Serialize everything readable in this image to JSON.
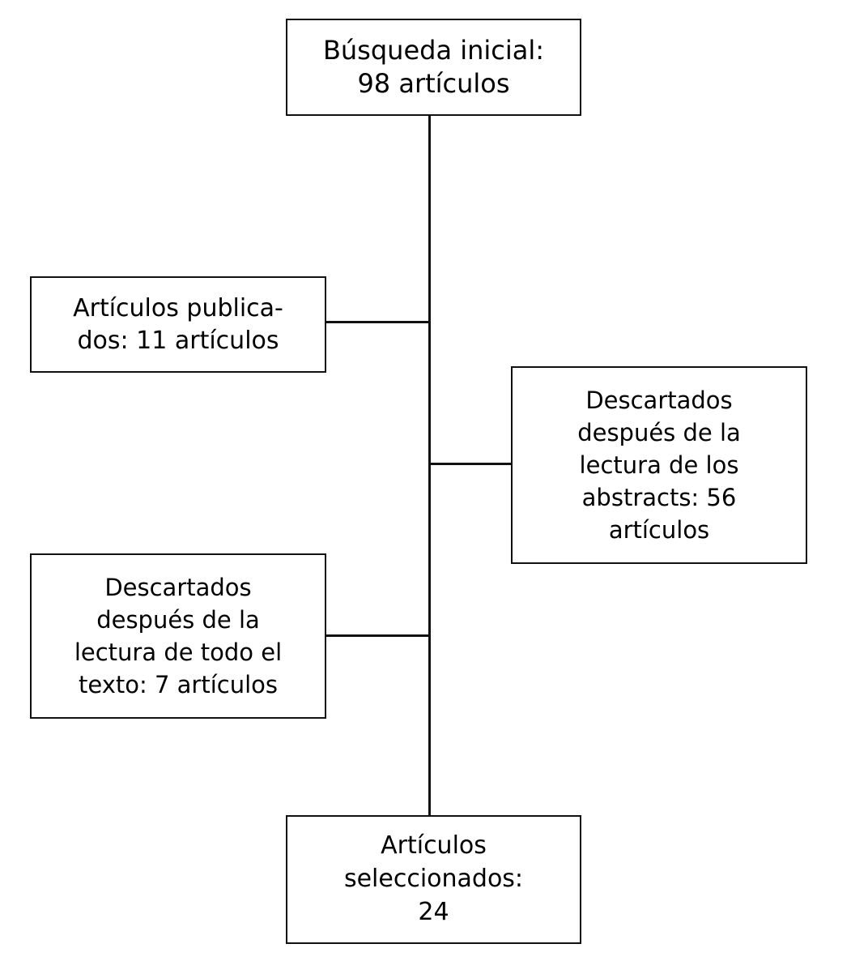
{
  "diagram": {
    "type": "flowchart",
    "language": "es",
    "orientation": "vertical-spine-with-side-branches",
    "background_color": "#ffffff",
    "line_color": "#111111",
    "text_color": "#000000",
    "nodes": [
      {
        "id": "initial-search",
        "role": "start",
        "lines": [
          "Búsqueda inicial:",
          "98 artículos"
        ],
        "label": "Búsqueda inicial: 98 artículos",
        "count": 98,
        "count_unit": "artículos"
      },
      {
        "id": "published",
        "role": "branch-left",
        "lines": [
          "Artículos publica-",
          "dos: 11 artículos"
        ],
        "label": "Artículos publicados: 11 artículos",
        "count": 11,
        "count_unit": "artículos"
      },
      {
        "id": "discarded-abstracts",
        "role": "branch-right",
        "lines": [
          "Descartados",
          "después de la",
          "lectura de los",
          "abstracts: 56",
          "artículos"
        ],
        "label": "Descartados después de la lectura de los abstracts: 56 artículos",
        "count": 56,
        "count_unit": "artículos"
      },
      {
        "id": "discarded-fulltext",
        "role": "branch-left",
        "lines": [
          "Descartados",
          "después de la",
          "lectura de todo el",
          "texto: 7 artículos"
        ],
        "label": "Descartados después de la lectura de todo el texto: 7 artículos",
        "count": 7,
        "count_unit": "artículos"
      },
      {
        "id": "selected",
        "role": "end",
        "lines": [
          "Artículos",
          "seleccionados:",
          "24"
        ],
        "label": "Artículos seleccionados: 24",
        "count": 24,
        "count_unit": "artículos"
      }
    ]
  }
}
